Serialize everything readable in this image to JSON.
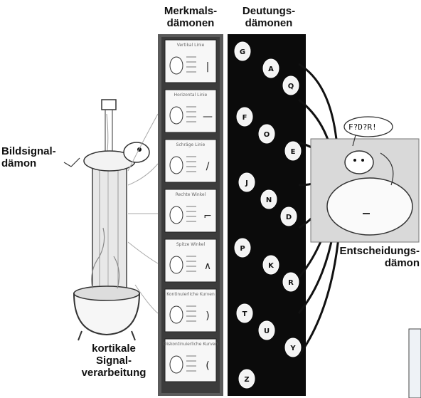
{
  "labels": {
    "merkmals": "Merkmals-\ndämonen",
    "deutungs": "Deutungs-\ndämonen",
    "bildsignal": "Bildsignal-\ndämon",
    "entscheidung": "Entscheidungs-\ndämon",
    "kortikal": "kortikale\nSignal-\nverarbeitung"
  },
  "speech_bubble": "F?D?R!",
  "feature_cards": [
    {
      "title": "Vertikal Linie",
      "glyph": "|"
    },
    {
      "title": "Horizontal Linie",
      "glyph": "—"
    },
    {
      "title": "Schräge Linie",
      "glyph": "/"
    },
    {
      "title": "Rechte Winkel",
      "glyph": "⌐"
    },
    {
      "title": "Spitze Winkel",
      "glyph": "∧"
    },
    {
      "title": "Kontinuierliche Kurven",
      "glyph": ")"
    },
    {
      "title": "Diskontinuierliche Kurven",
      "glyph": "("
    }
  ],
  "cognitive_letters": [
    "G",
    "A",
    "Q",
    "F",
    "O",
    "E",
    "J",
    "N",
    "D",
    "P",
    "K",
    "R",
    "T",
    "U",
    "Y",
    "Z"
  ]
}
